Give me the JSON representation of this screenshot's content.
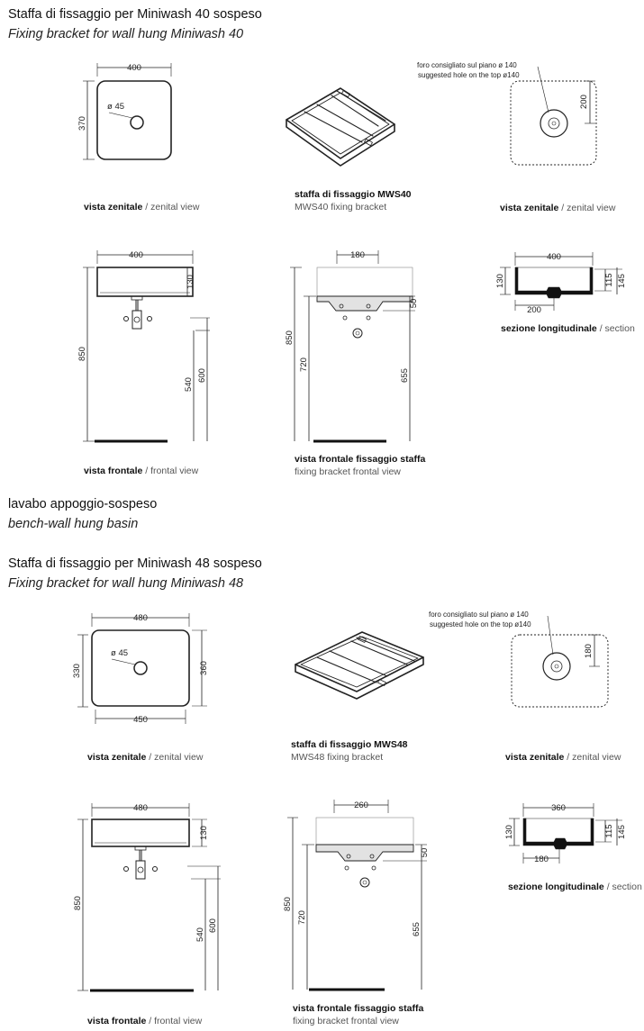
{
  "sections": {
    "mw40": {
      "title_it": "Staffa di fissaggio per Miniwash 40 sospeso",
      "title_en": "Fixing bracket for wall hung Miniwash 40"
    },
    "middle": {
      "title_it": "lavabo appoggio-sospeso",
      "title_en": "bench-wall hung basin"
    },
    "mw48": {
      "title_it": "Staffa di fissaggio per Miniwash 48 sospeso",
      "title_en": "Fixing bracket for wall hung Miniwash 48"
    }
  },
  "captions": {
    "zenital_it": "vista zenitale",
    "zenital_en": "zenital view",
    "frontal_it": "vista frontale",
    "frontal_en": "frontal view",
    "section_it": "sezione longitudinale",
    "section_en": "section",
    "separator": "/",
    "bracket40_it": "staffa di fissaggio MWS40",
    "bracket40_en": "MWS40 fixing bracket",
    "bracket48_it": "staffa di fissaggio MWS48",
    "bracket48_en": "MWS48 fixing bracket",
    "bfront_it": "vista frontale fissaggio staffa",
    "bfront_en": "fixing bracket frontal view"
  },
  "notes": {
    "hole_it": "foro consigliato sul piano ø 140",
    "hole_en": "suggested hole on the top ø140"
  },
  "dims40": {
    "top_w": "400",
    "top_h": "370",
    "drain": "ø 45",
    "hole_off": "200",
    "front_w": "400",
    "front_h": "130",
    "total_h": "850",
    "h540": "540",
    "h600": "600",
    "br_w": "180",
    "br_50": "50",
    "br_850": "850",
    "br_720": "720",
    "br_655": "655",
    "sec_w": "400",
    "sec_130": "130",
    "sec_115": "115",
    "sec_145": "145",
    "sec_200": "200"
  },
  "dims48": {
    "top_w": "480",
    "top_h": "330",
    "top_h2": "360",
    "bottom_w": "450",
    "drain": "ø 45",
    "hole_off": "180",
    "front_w": "480",
    "front_h": "130",
    "total_h": "850",
    "h540": "540",
    "h600": "600",
    "br_w": "260",
    "br_50": "50",
    "br_850": "850",
    "br_720": "720",
    "br_655": "655",
    "sec_w": "360",
    "sec_130": "130",
    "sec_115": "115",
    "sec_145": "145",
    "sec_180": "180"
  }
}
